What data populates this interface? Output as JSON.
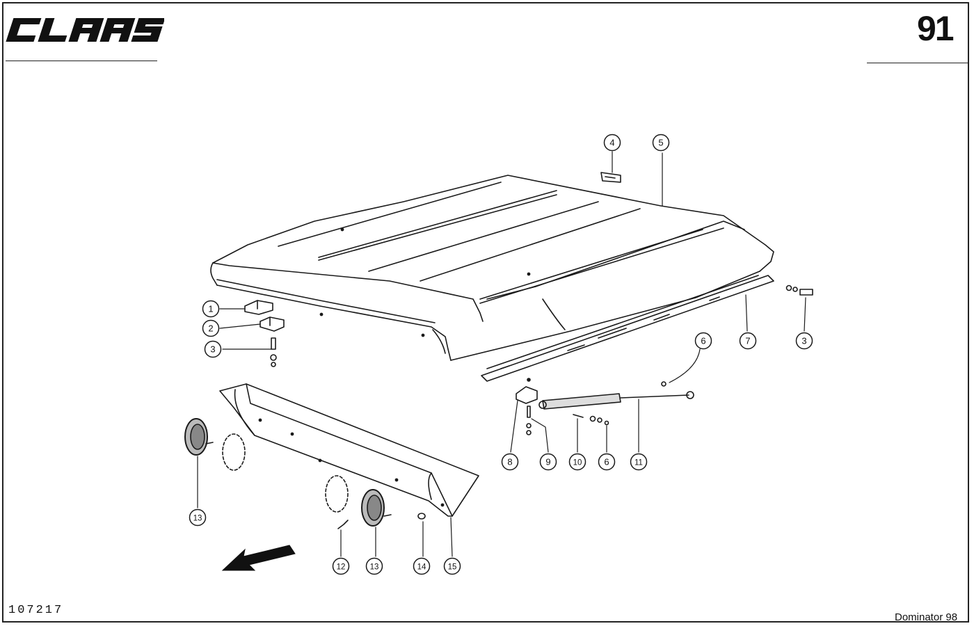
{
  "header": {
    "brand": "CLAAS",
    "page_number": "91"
  },
  "footer": {
    "drawing_id": "107217",
    "model": "Dominator 98"
  },
  "callouts": [
    {
      "label": "1"
    },
    {
      "label": "2"
    },
    {
      "label": "3"
    },
    {
      "label": "4"
    },
    {
      "label": "5"
    },
    {
      "label": "6"
    },
    {
      "label": "7"
    },
    {
      "label": "3"
    },
    {
      "label": "8"
    },
    {
      "label": "9"
    },
    {
      "label": "10"
    },
    {
      "label": "6"
    },
    {
      "label": "11"
    },
    {
      "label": "13"
    },
    {
      "label": "12"
    },
    {
      "label": "13"
    },
    {
      "label": "14"
    },
    {
      "label": "15"
    }
  ],
  "icons": {
    "direction": "direction-arrow-icon",
    "lamp": "lamp-icon"
  }
}
